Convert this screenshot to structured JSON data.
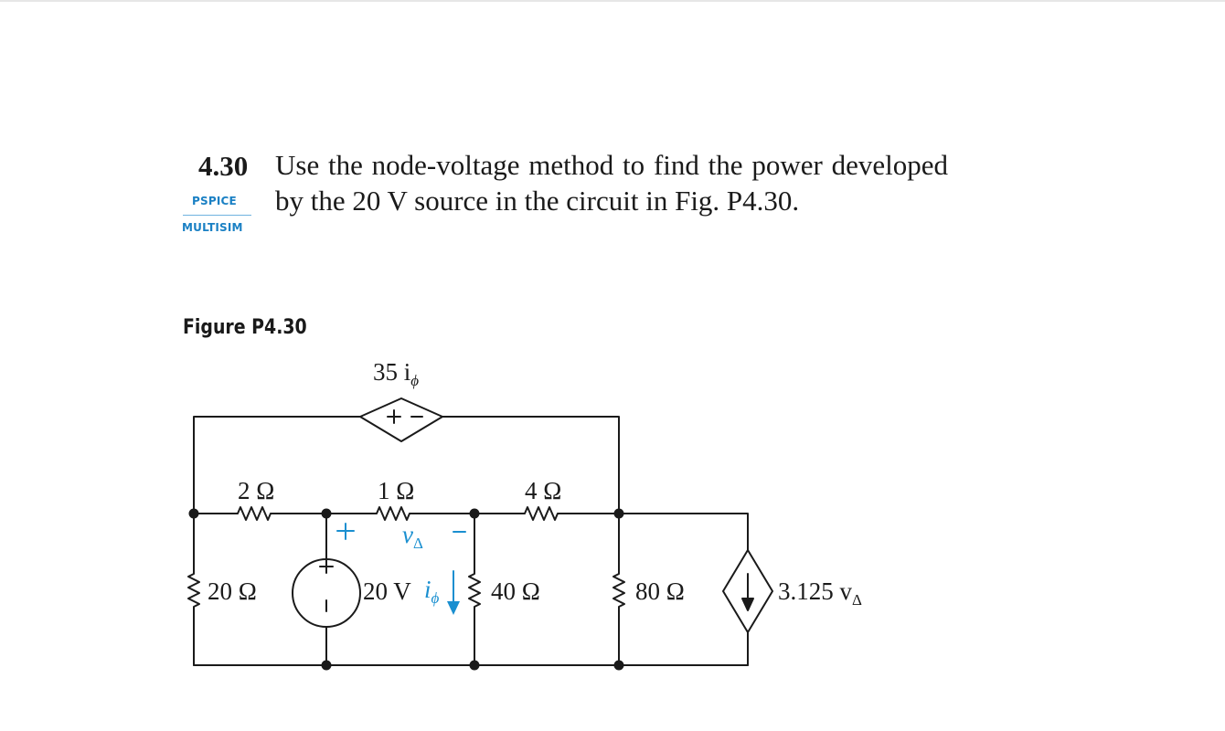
{
  "problem": {
    "number": "4.30",
    "text": "Use the node-voltage method to find the power developed by the 20 V source in the circuit in Fig. P4.30."
  },
  "tags": {
    "pspice": "PSPICE",
    "multisim": "MULTISIM"
  },
  "figure": {
    "label": "Figure P4.30"
  },
  "circuit": {
    "dependent_voltage_source_label": "35 i",
    "dependent_voltage_source_subscript": "ϕ",
    "r_2_label": "2 Ω",
    "r_1_label": "1 Ω",
    "r_4_label": "4 Ω",
    "r_20_label": "20 Ω",
    "r_40_label": "40 Ω",
    "r_80_label": "80 Ω",
    "source_label": "20 V",
    "current_label": "i",
    "current_subscript": "ϕ",
    "v_delta_label": "v",
    "v_delta_subscript": "Δ",
    "plus_sign": "+",
    "minus_sign": "−",
    "dependent_current_source_label": "3.125 v",
    "dependent_current_source_subscript": "Δ",
    "annotation_color": "#1a8fd0",
    "tag_color": "#1a80c4"
  }
}
